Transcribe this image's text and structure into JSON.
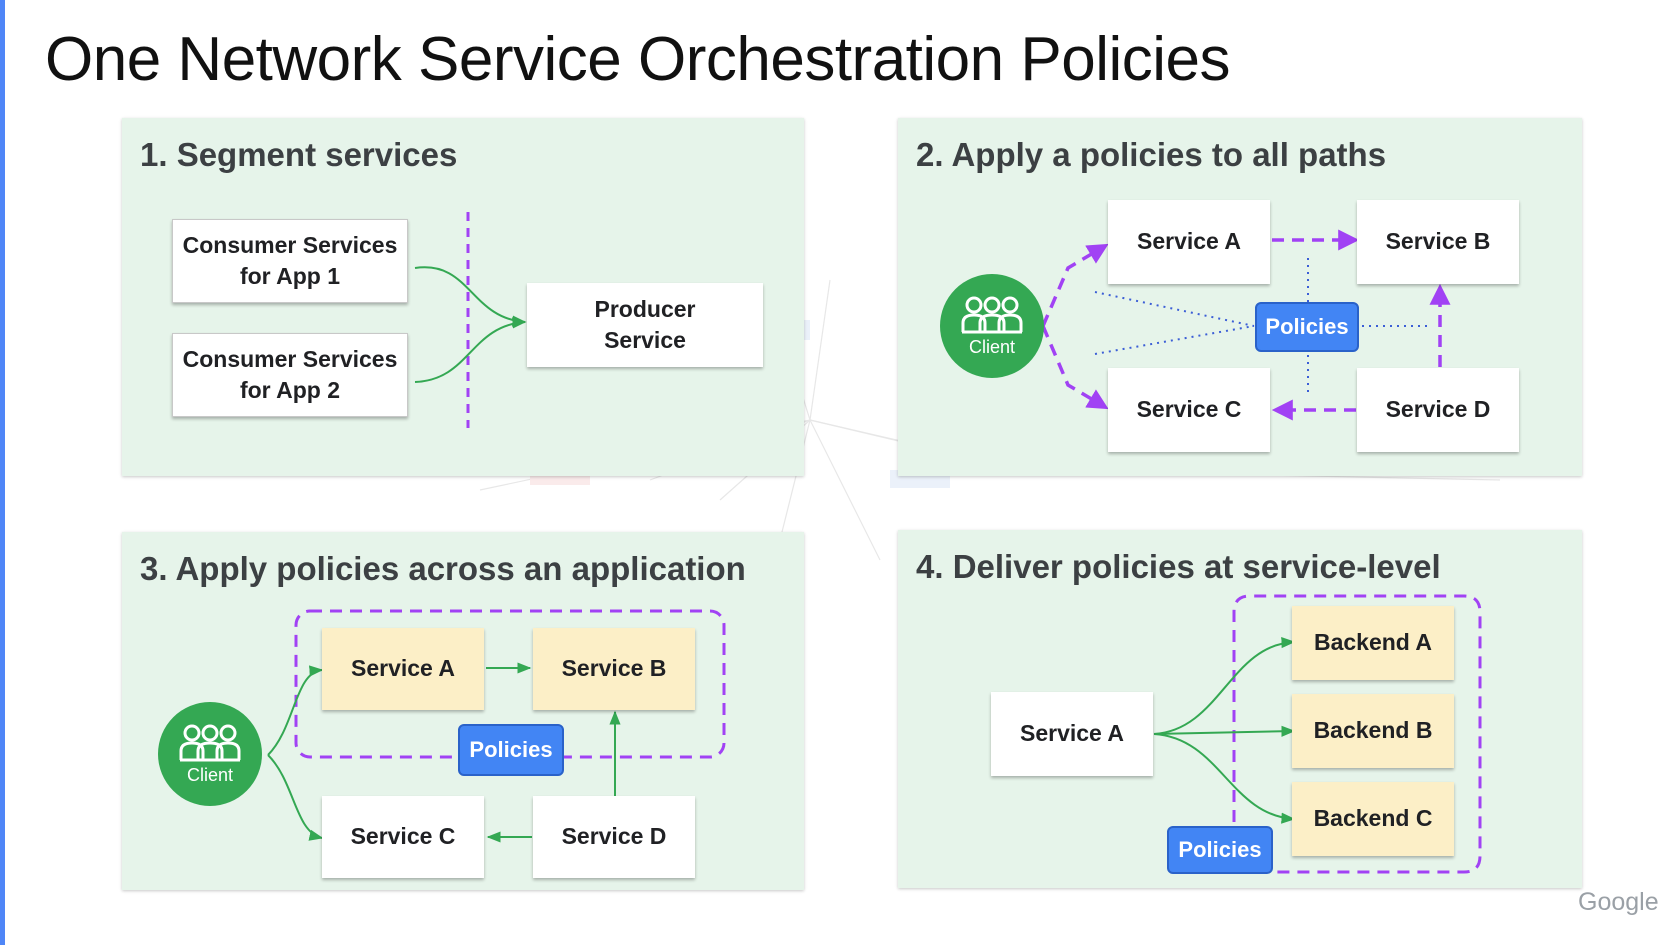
{
  "title": "One Network Service Orchestration Policies",
  "brand": "Google",
  "colors": {
    "panel_bg": "#e6f4ea",
    "green": "#34a853",
    "purple": "#a142f4",
    "blue": "#4285f4",
    "yellow": "#fcefc7"
  },
  "panel1": {
    "title": "1. Segment services",
    "consumer1": "Consumer Services for App 1",
    "consumer2": "Consumer Services for App 2",
    "producer": "Producer Service"
  },
  "panel2": {
    "title": "2. Apply a policies to all paths",
    "client": "Client",
    "service_a": "Service A",
    "service_b": "Service B",
    "service_c": "Service C",
    "service_d": "Service D",
    "policies": "Policies"
  },
  "panel3": {
    "title": "3. Apply policies across an application",
    "client": "Client",
    "service_a": "Service A",
    "service_b": "Service B",
    "service_c": "Service C",
    "service_d": "Service D",
    "policies": "Policies"
  },
  "panel4": {
    "title": "4. Deliver policies at service-level",
    "service_a": "Service A",
    "backend_a": "Backend A",
    "backend_b": "Backend B",
    "backend_c": "Backend C",
    "policies": "Policies"
  }
}
